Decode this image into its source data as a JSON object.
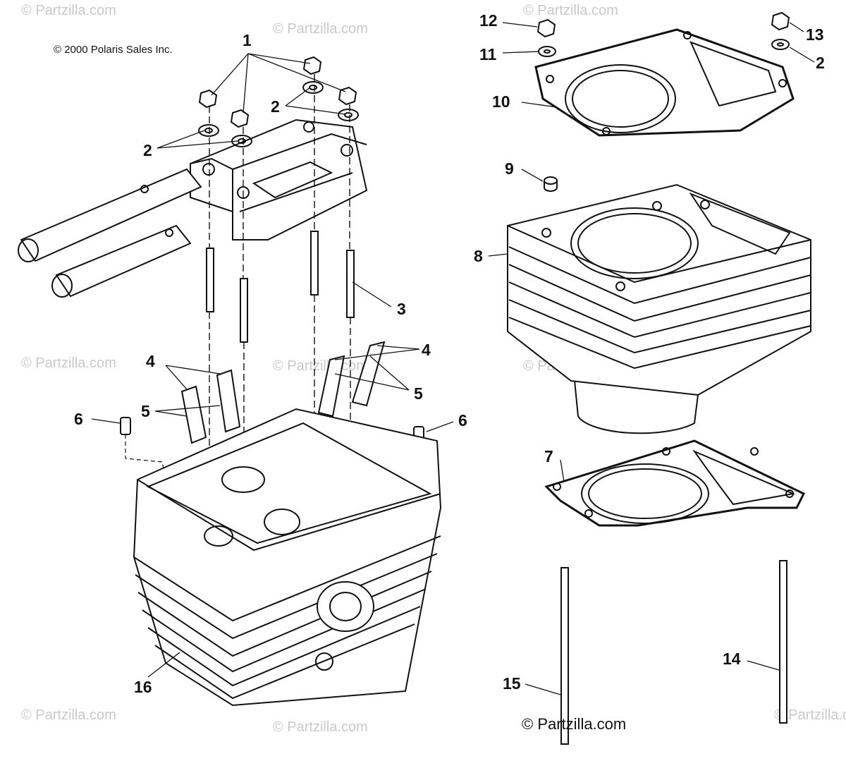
{
  "copyright": "© 2000 Polaris Sales Inc.",
  "footer_watermark": "© Partzilla.com",
  "watermarks": [
    "© Partzilla.com",
    "© Partzilla.com",
    "© Partzilla.com",
    "© Partzilla.com",
    "© Partzilla.com",
    "© Partzilla.com",
    "© Partzilla.com",
    "© Partzilla.com",
    "© Partzilla.com"
  ],
  "callouts": [
    "1",
    "2",
    "2",
    "3",
    "4",
    "5",
    "6",
    "16",
    "12",
    "11",
    "10",
    "9",
    "8",
    "13",
    "2",
    "4",
    "5",
    "6",
    "7",
    "15",
    "14"
  ]
}
